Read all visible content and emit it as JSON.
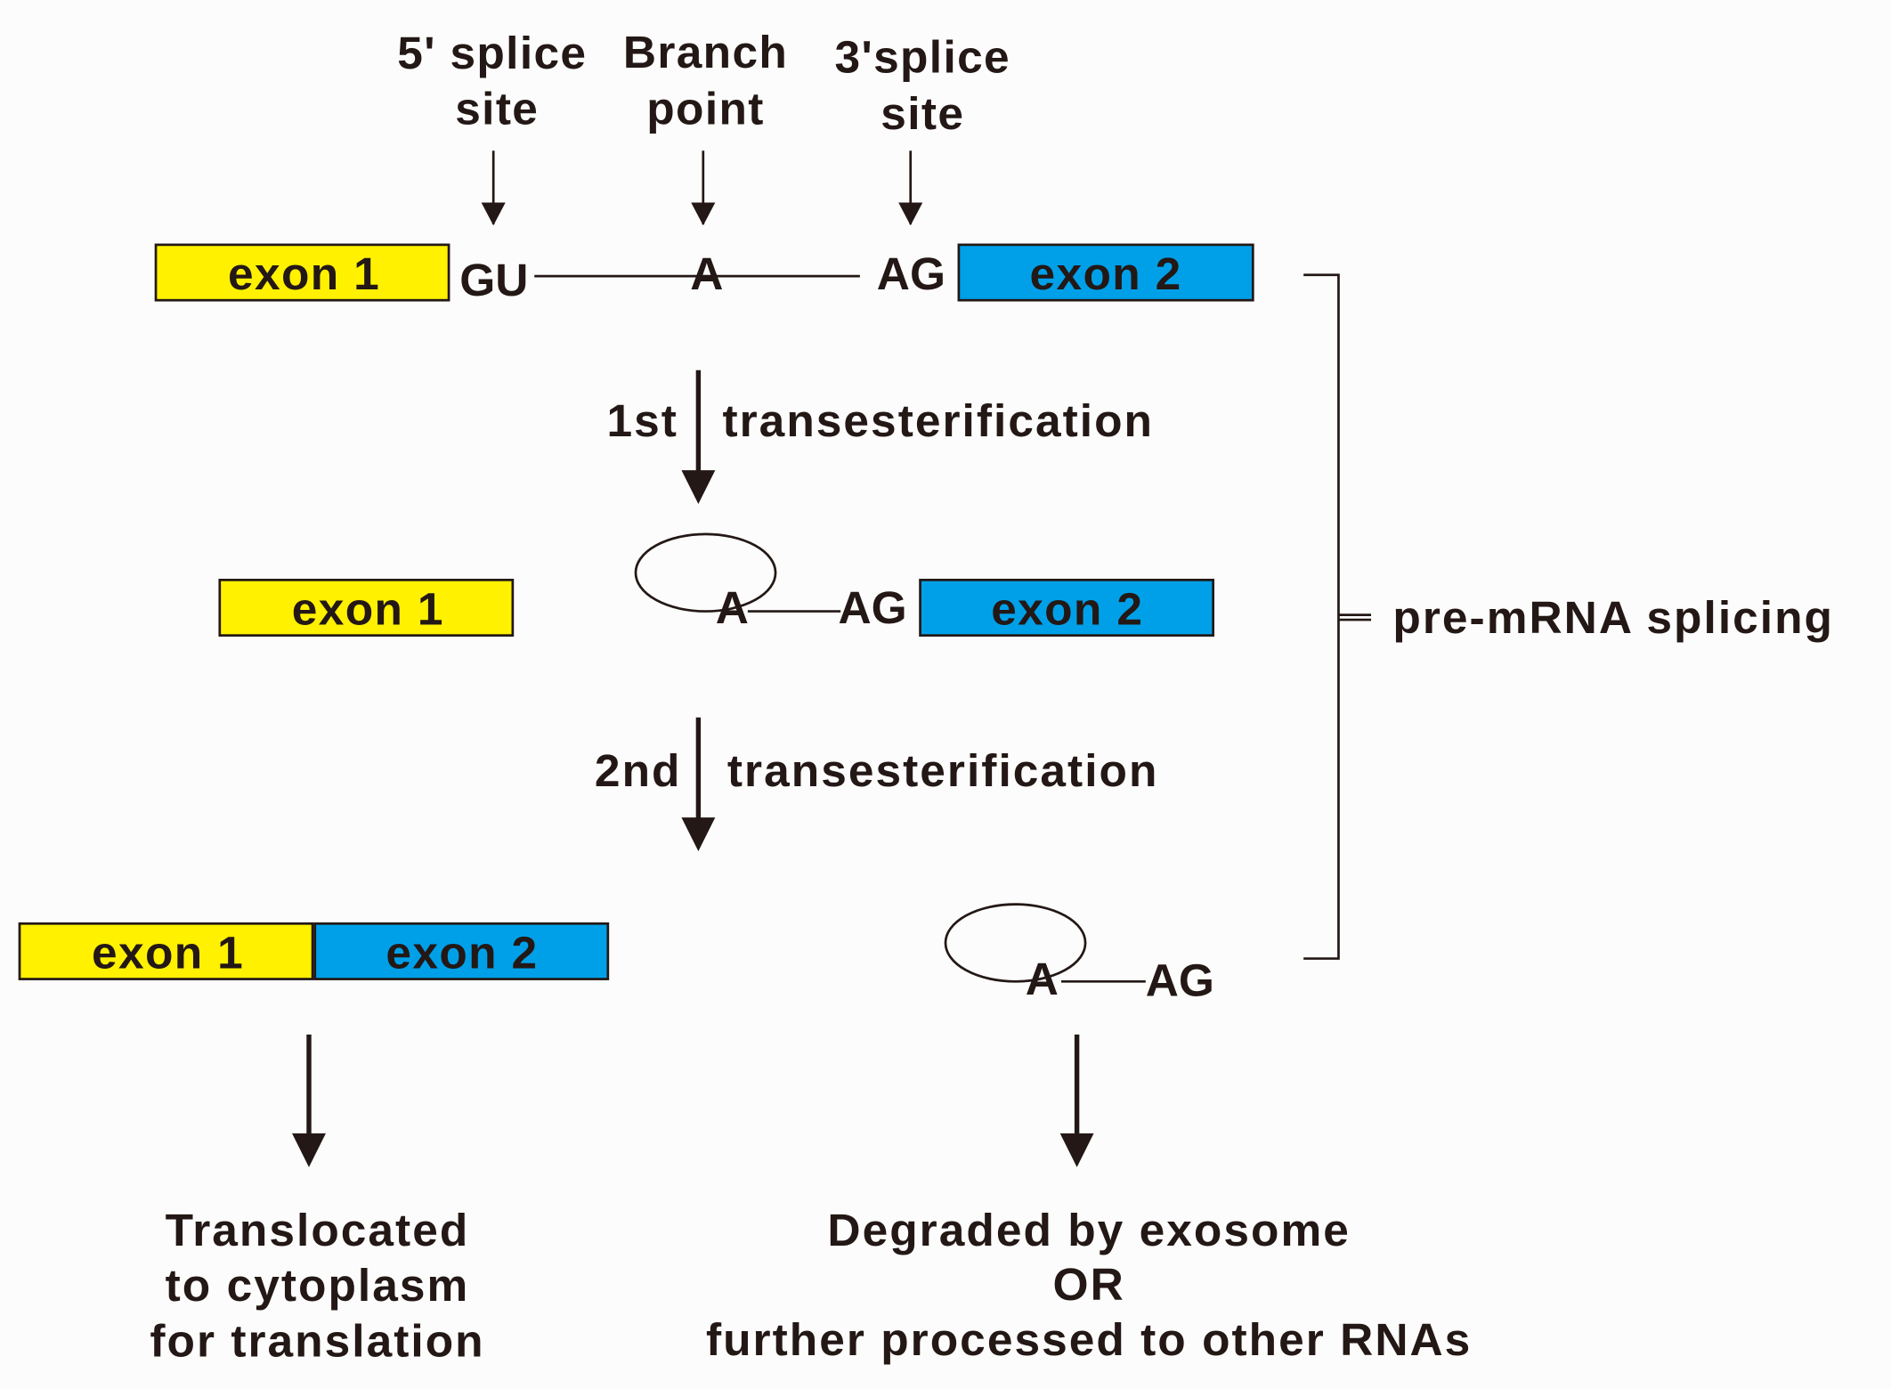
{
  "site_labels": {
    "five_prime": [
      "5' splice",
      "site"
    ],
    "branch": [
      "Branch",
      "point"
    ],
    "three_prime": [
      "3'splice",
      "site"
    ]
  },
  "pre_mrna": {
    "exon1": "exon 1",
    "gu": "GU",
    "a": "A",
    "ag": "AG",
    "exon2": "exon 2"
  },
  "step1": {
    "num": "1st",
    "label": "transesterification"
  },
  "intermediate": {
    "exon1": "exon 1",
    "a": "A",
    "ag": "AG",
    "exon2": "exon 2"
  },
  "step2": {
    "num": "2nd",
    "label": "transesterification"
  },
  "products": {
    "exon1": "exon 1",
    "exon2": "exon 2",
    "a": "A",
    "ag": "AG"
  },
  "bracket_label": "pre-mRNA splicing",
  "fate_mrna": [
    "Translocated",
    "to cytoplasm",
    "for translation"
  ],
  "fate_lariat": [
    "Degraded by exosome",
    "OR",
    "further processed to other RNAs"
  ],
  "colors": {
    "exon1": "#fff100",
    "exon2": "#00a0e9",
    "ink": "#231815",
    "background": "#fcfcfc"
  }
}
